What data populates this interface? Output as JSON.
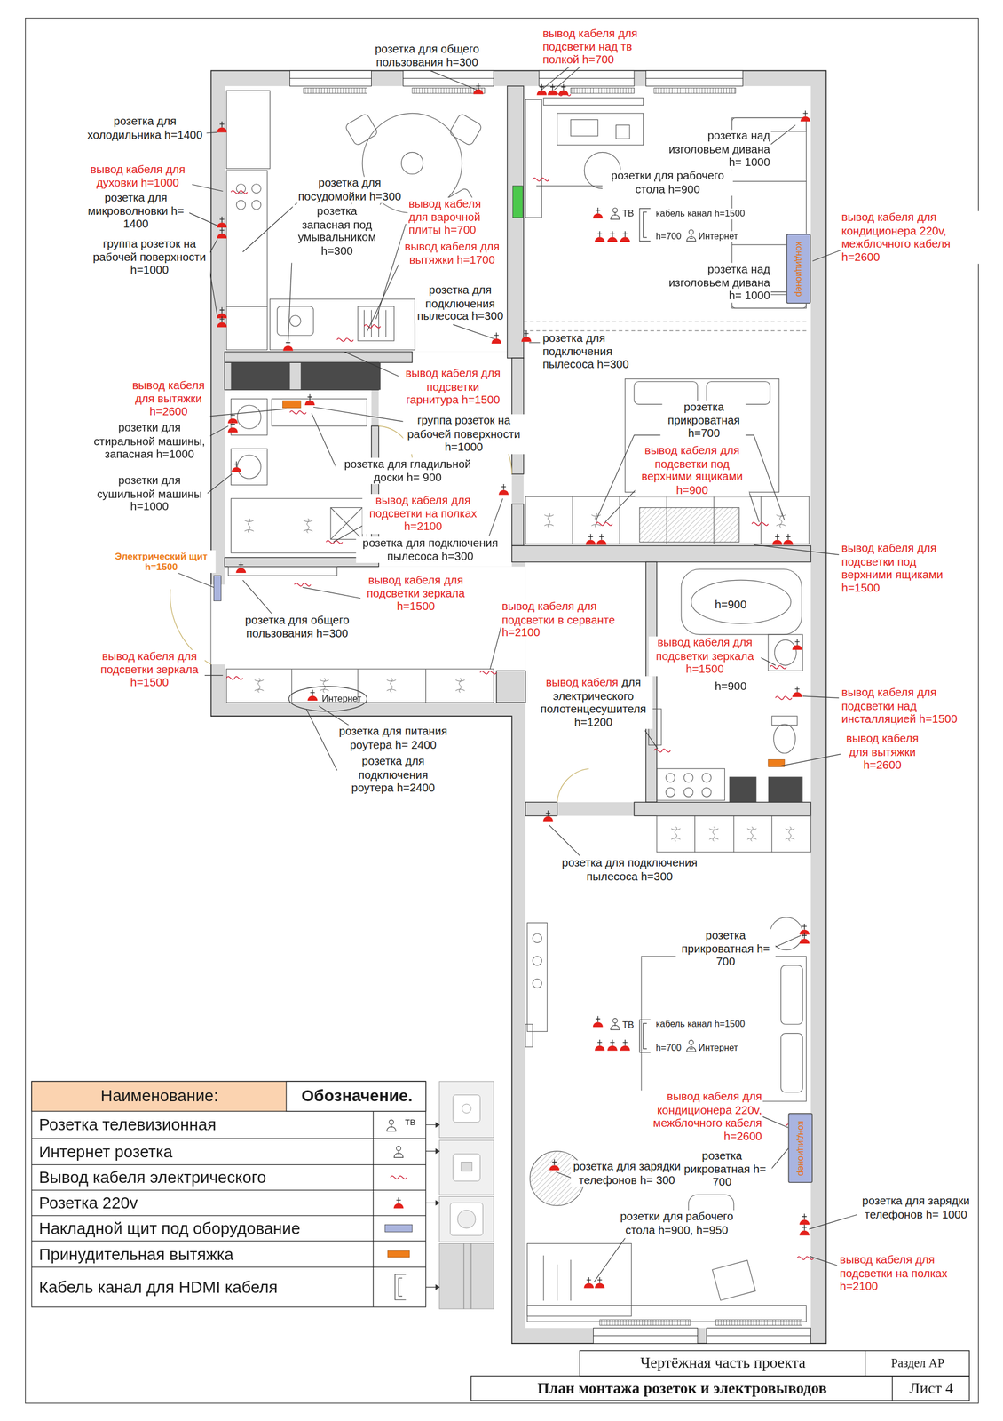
{
  "diagram": {
    "title": "План монтажа розеток и электровыводов",
    "nodes": [
      {
        "text": [
          "кондиционер"
        ]
      },
      {
        "text": [
          "Интернет"
        ]
      },
      {
        "text": [
          "кондиционер"
        ]
      }
    ],
    "labels": [
      "розетка для общего пользования h=300",
      "вывод кабеля для подсветки над тв полкой h=700",
      "розетка для холодильника h=1400",
      "вывод кабеля для духовки h=1000",
      "розетка для микроволновки h= 1400",
      "группа розеток на рабочей поверхности h=1000",
      "розетка для посудомойки h=300",
      "розетка запасная под умывальником h=300",
      "вывод кабеля для варочной плиты h=700",
      "вывод кабеля для вытяжки h=1700",
      "розетка для подключения пылесоса h=300",
      "розетка для подключения пылесоса h=300",
      "вывод кабеля для подсветки гарнитура h=1500",
      "вывод кабеля для вытяжки h=2600",
      "розетки для стиральной машины, запасная h=1000",
      "розетки для сушильной машины h=1000",
      "группа розеток на рабочей поверхности h=1000",
      "розетка для гладильной доски h= 900",
      "вывод кабеля для подсветки на полках h=2100",
      "розетка для подключения пылесоса h=300",
      "Электрический щит h=1500",
      "вывод кабеля для подсветки зеркала h=1500",
      "розетка для общего пользования h=300",
      "вывод кабеля для подсветки в серванте h=2100",
      "вывод кабеля для подсветки зеркала h=1500",
      "розетка для питания роутера h= 2400",
      "розетка для подключения роутера h=2400",
      "розетка над изголовьем дивана h= 1000",
      "розетки для рабочего стола h=900",
      "ТВ",
      "кабель канал h=1500",
      "h=700",
      "Интернет",
      "вывод кабеля для кондиционера 220v, межблочного кабеля h=2600",
      "розетка над изголовьем дивана h= 1000",
      "розетка прикроватная h=700",
      "вывод кабеля для подсветки под верхними ящиками h=900",
      "вывод кабеля для подсветки под верхними ящиками h=1500",
      "h=900",
      "вывод кабеля для подсветки зеркала h=1500",
      "h=900",
      "вывод кабеля для подсветки над инсталляцией h=1500",
      "вывод кабеля",
      "для электрического полотенцесушителя h=1200",
      "вывод кабеля для вытяжки h=2600",
      "розетка для подключения пылесоса h=300",
      "розетка прикроватная h= 700",
      "ТВ",
      "кабель канал h=1500",
      "h=700",
      "Интернет",
      "вывод кабеля для кондиционера 220v, межблочного кабеля h=2600",
      "розетка прикроватная h= 700",
      "розетка для зарядки телефонов h= 300",
      "розетки для рабочего стола h=900, h=950",
      "розетка для зарядки телефонов h= 1000",
      "вывод кабеля для подсветки на полках h=2100",
      "Наименование:",
      "Обозначение.",
      "Чертёжная часть проекта",
      "Раздел АР",
      "Лист 4",
      "ТВ"
    ],
    "legend": [
      {
        "text": "Розетка телевизионная"
      },
      {
        "text": "Интернет розетка"
      },
      {
        "text": "Вывод кабеля электрического"
      },
      {
        "text": "Розетка 220v"
      },
      {
        "text": "Накладной щит под оборудование"
      },
      {
        "text": "Принудительная вытяжка"
      },
      {
        "text": "Кабель канал для HDMI кабеля"
      }
    ]
  }
}
